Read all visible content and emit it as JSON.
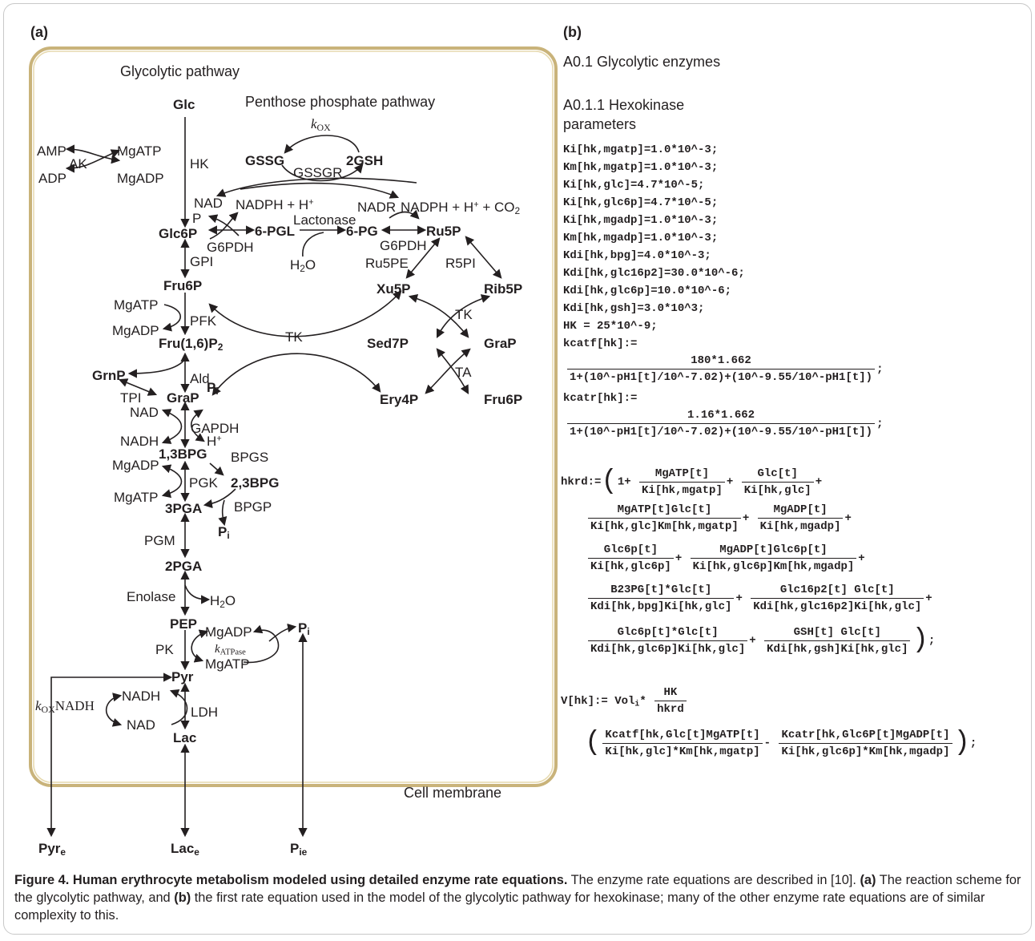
{
  "panel_a": {
    "tag": "(a)",
    "title_glycolytic": "Glycolytic pathway",
    "title_ppp": "Penthose phosphate pathway",
    "membrane": "Cell membrane",
    "metabolites": {
      "glc": "Glc",
      "glc6p": "Glc6P",
      "fru6p": "Fru6P",
      "fru16p2": "Fru(1,6)P2",
      "grnp": "GrnP",
      "grap": "GraP",
      "bpg13": "1,3BPG",
      "bpg23": "2,3BPG",
      "pga3": "3PGA",
      "pga2": "2PGA",
      "pep": "PEP",
      "pyr": "Pyr",
      "lac": "Lac",
      "gssg": "GSSG",
      "gsh2": "2GSH",
      "pgl6": "6-PGL",
      "pg6": "6-PG",
      "ru5p": "Ru5P",
      "xu5p": "Xu5P",
      "rib5p": "Rib5P",
      "sed7p": "Sed7P",
      "grap2": "GraP",
      "ery4p": "Ery4P",
      "fru6p2": "Fru6P",
      "pi1": "Pi",
      "pi2": "Pi",
      "pi3": "Pi",
      "pyr_e": "Pyre",
      "lac_e": "Lace",
      "pi_e": "Pie"
    },
    "enzymes": {
      "hk": "HK",
      "ak": "AK",
      "gpi": "GPI",
      "pfk": "PFK",
      "ald": "Ald",
      "tpi": "TPI",
      "gapdh": "GAPDH",
      "bpgs": "BPGS",
      "pgk": "PGK",
      "bpgp": "BPGP",
      "pgm": "PGM",
      "enolase": "Enolase",
      "pk": "PK",
      "ldh": "LDH",
      "gssgr": "GSSGR",
      "g6pdh1": "G6PDH",
      "lactonase": "Lactonase",
      "g6pdh2": "G6PDH",
      "ru5pe": "Ru5PE",
      "r5pi": "R5PI",
      "tk1": "TK",
      "tk2": "TK",
      "ta": "TA"
    },
    "cofactors": {
      "amp": "AMP",
      "adp": "ADP",
      "mgatp_hk": "MgATP",
      "mgadp_hk": "MgADP",
      "nad1": "NAD",
      "nadph1": "NADPH + H+",
      "nadr": "NADR",
      "nadph2": "NADPH + H+ + CO2",
      "p": "P",
      "h2o_lact": "H2O",
      "mgatp_pfk": "MgATP",
      "mgadp_pfk": "MgADP",
      "nad2": "NAD",
      "nadh2": "NADH",
      "hplus": "H+",
      "mgadp_pgk": "MgADP",
      "mgatp_pgk": "MgATP",
      "h2o_eno": "H2O",
      "mgadp_pk": "MgADP",
      "mgatp_pk": "MgATP",
      "nadh3": "NADH",
      "nad3": "NAD",
      "kox": "kox",
      "katpase": "kATPase",
      "koxnadh": "koxNADH"
    }
  },
  "panel_b": {
    "tag": "(b)",
    "heading1": "A0.1 Glycolytic enzymes",
    "heading2_line1": "A0.1.1 Hexokinase",
    "heading2_line2": "parameters",
    "params": [
      "Ki[hk,mgatp]=1.0*10^-3;",
      "Km[hk,mgatp]=1.0*10^-3;",
      "Ki[hk,glc]=4.7*10^-5;",
      "Ki[hk,glc6p]=4.7*10^-5;",
      "Ki[hk,mgadp]=1.0*10^-3;",
      "Km[hk,mgadp]=1.0*10^-3;",
      "Kdi[hk,bpg]=4.0*10^-3;",
      "Kdi[hk,glc16p2]=30.0*10^-6;",
      "Kdi[hk,glc6p]=10.0*10^-6;",
      "Kdi[hk,gsh]=3.0*10^3;",
      "HK = 25*10^-9;"
    ],
    "kcatf_lhs": "kcatf[hk]:=",
    "kcatf_num": "180*1.662",
    "kcatr_lhs": "kcatr[hk]:=",
    "kcatr_num": "1.16*1.662",
    "k_den": "1+(10^-pH1[t]/10^-7.02)+(10^-9.55/10^-pH1[t])",
    "hkrd_lhs": "hkrd:=",
    "hkrd_terms": [
      {
        "num": "MgATP[t]",
        "den": "Ki[hk,mgatp]"
      },
      {
        "num": "Glc[t]",
        "den": "Ki[hk,glc]"
      },
      {
        "num": "MgATP[t]Glc[t]",
        "den": "Ki[hk,glc]Km[hk,mgatp]"
      },
      {
        "num": "MgADP[t]",
        "den": "Ki[hk,mgadp]"
      },
      {
        "num": "Glc6p[t]",
        "den": "Ki[hk,glc6p]"
      },
      {
        "num": "MgADP[t]Glc6p[t]",
        "den": "Ki[hk,glc6p]Km[hk,mgadp]"
      },
      {
        "num": "B23PG[t]*Glc[t]",
        "den": "Kdi[hk,bpg]Ki[hk,glc]"
      },
      {
        "num": "Glc16p2[t] Glc[t]",
        "den": "Kdi[hk,glc16p2]Ki[hk,glc]"
      },
      {
        "num": "Glc6p[t]*Glc[t]",
        "den": "Kdi[hk,glc6p]Ki[hk,glc]"
      },
      {
        "num": "GSH[t] Glc[t]",
        "den": "Kdi[hk,gsh]Ki[hk,glc]"
      }
    ],
    "v_lhs": "V[hk]:= Vol",
    "v_sub": "i",
    "v_frac": {
      "num": "HK",
      "den": "hkrd"
    },
    "v_terms": [
      {
        "num": "Kcatf[hk,Glc[t]MgATP[t]",
        "den": "Ki[hk,glc]*Km[hk,mgatp]"
      },
      {
        "num": "Kcatr[hk,Glc6P[t]MgADP[t]",
        "den": "Ki[hk,glc6p]*Km[hk,mgadp]"
      }
    ]
  },
  "caption": {
    "label": "Figure 4. Human erythrocyte metabolism modeled using detailed enzyme rate equations.",
    "text1": " The enzyme rate equations are described in [10]. ",
    "a_tag": "(a)",
    "text2": " The reaction scheme for the glycolytic pathway, and ",
    "b_tag": "(b)",
    "text3": " the first rate equation used in the model of the glycolytic pathway for hexokinase; many of the other enzyme rate equations are of similar complexity to this."
  }
}
